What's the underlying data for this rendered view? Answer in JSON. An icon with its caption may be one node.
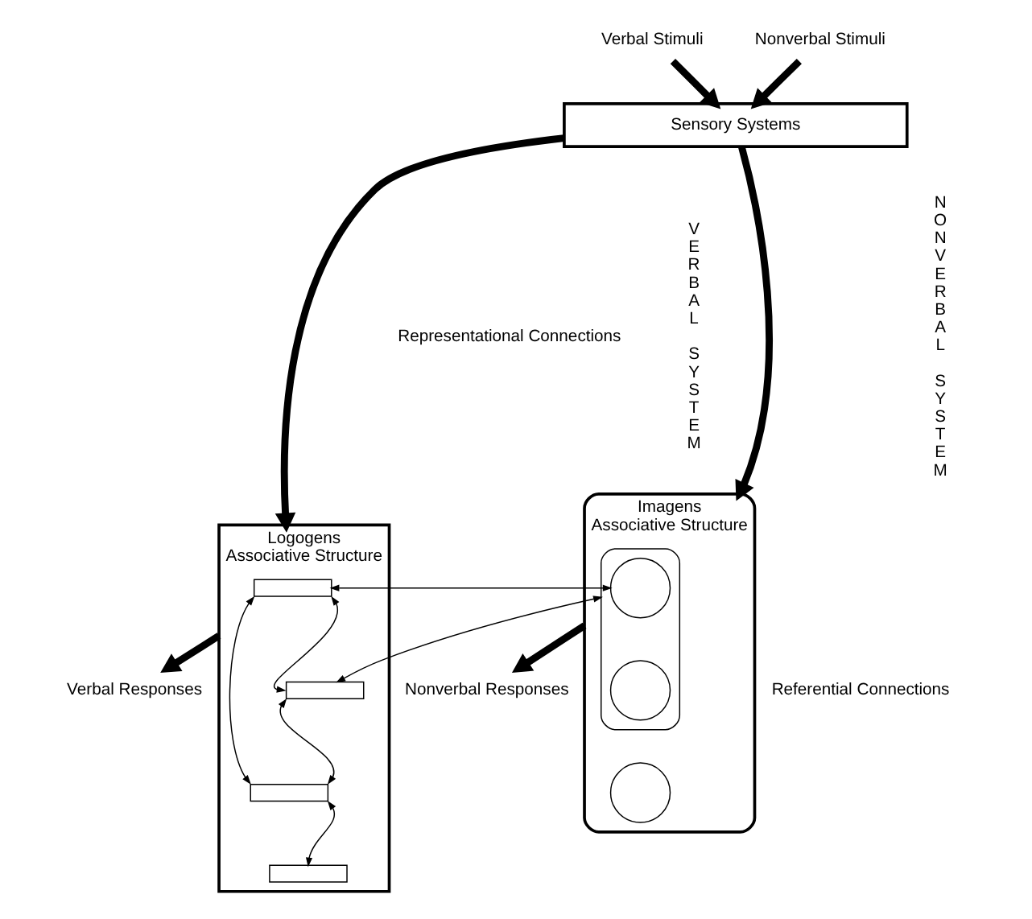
{
  "diagram": {
    "nodes": [
      {
        "text": [
          "Verbal Stimuli"
        ]
      },
      {
        "text": [
          "Nonverbal Stimuli"
        ]
      },
      {
        "text": [
          "Sensory Systems"
        ]
      },
      {
        "text": [
          "Logogens",
          "Associative Structure"
        ]
      },
      {
        "text": [],
        "shape": "box",
        "in": 3
      },
      {
        "text": [],
        "shape": "box",
        "in": 3
      },
      {
        "text": [],
        "shape": "box",
        "in": 3
      },
      {
        "text": [],
        "shape": "box",
        "in": 3
      },
      {
        "text": [
          "Imagens",
          "Associative Structure"
        ]
      },
      {
        "text": [],
        "shape": "oval",
        "in": 8
      },
      {
        "text": [],
        "shape": "circle",
        "in": 9
      },
      {
        "text": [],
        "shape": "circle",
        "in": 9
      },
      {
        "text": [],
        "shape": "circle",
        "in": 8
      },
      {
        "text": [
          "Verbal Responses"
        ]
      },
      {
        "text": [
          "Nonverbal Responses"
        ]
      }
    ],
    "edges": [
      {
        "from": 0,
        "to": 2,
        "arrow": "to",
        "style": "thick"
      },
      {
        "from": 1,
        "to": 2,
        "arrow": "to",
        "style": "thick"
      },
      {
        "from": 2,
        "to": 3,
        "arrow": "to",
        "style": "thick"
      },
      {
        "from": 2,
        "to": 8,
        "arrow": "to",
        "style": "thick"
      },
      {
        "from": 4,
        "to": 6,
        "arrow": "both"
      },
      {
        "from": 4,
        "to": 5,
        "arrow": "both"
      },
      {
        "from": 5,
        "to": 6,
        "arrow": "both"
      },
      {
        "from": 6,
        "to": 7,
        "arrow": "both"
      },
      {
        "from": 4,
        "to": 10,
        "arrow": "both"
      },
      {
        "from": 5,
        "to": 9,
        "arrow": "both"
      },
      {
        "from": 3,
        "to": 13,
        "arrow": "to",
        "style": "thick"
      },
      {
        "from": 8,
        "to": 14,
        "arrow": "to",
        "style": "thick"
      }
    ],
    "labels": [
      "VERBAL SYSTEM",
      "Representational Connections",
      "Referential Connections",
      "NONVERBAL SYSTEM"
    ]
  }
}
